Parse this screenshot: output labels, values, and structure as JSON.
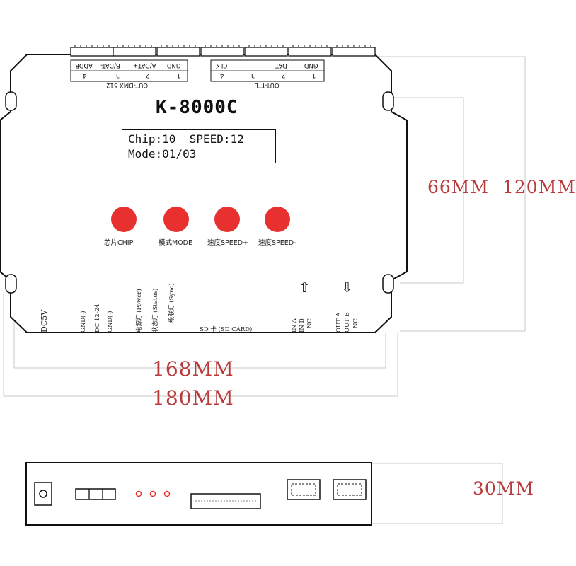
{
  "model": "K-8000C",
  "lcd": {
    "line1": "Chip:10  SPEED:12",
    "line2": "Mode:01/03"
  },
  "buttons": [
    "芯片CHIP",
    "模式MODE",
    "速度SPEED+",
    "速度SPEED-"
  ],
  "dmx_pins": [
    "4",
    "3",
    "2",
    "1"
  ],
  "dmx_signals": [
    "ADDR",
    "B/DAT-",
    "A/DAT+",
    "GND"
  ],
  "dmx_group_label": "OUT-DMX 512",
  "ttl_pins": [
    "4",
    "3",
    "2",
    "1"
  ],
  "ttl_signals": [
    "CLK",
    "",
    "DAT",
    "GND"
  ],
  "ttl_group_label": "OUT-TTL",
  "bottom_labels": {
    "dc": "DC5V",
    "gnd1": "GND(-)",
    "dc_range": "DC 12-24",
    "gnd2": "GND(-)",
    "power_led": "电源灯 (Power)",
    "status_led": "状态灯 (Status)",
    "sync_led": "级联灯 (Sync)",
    "sd": "SD 卡 (SD CARD)",
    "in_a": "IN A",
    "in_b": "IN B",
    "in_nc": "NC",
    "out_a": "OUT A",
    "out_b": "OUT B",
    "out_nc": "NC"
  },
  "dimensions": {
    "height_inner": "66MM",
    "height_outer": "120MM",
    "width_inner": "168MM",
    "width_outer": "180MM",
    "depth": "30MM"
  },
  "colors": {
    "button_red": "#e8302f",
    "dimension_text": "#b83a3a",
    "line": "#111111",
    "guide_line": "#bdbdbd"
  }
}
